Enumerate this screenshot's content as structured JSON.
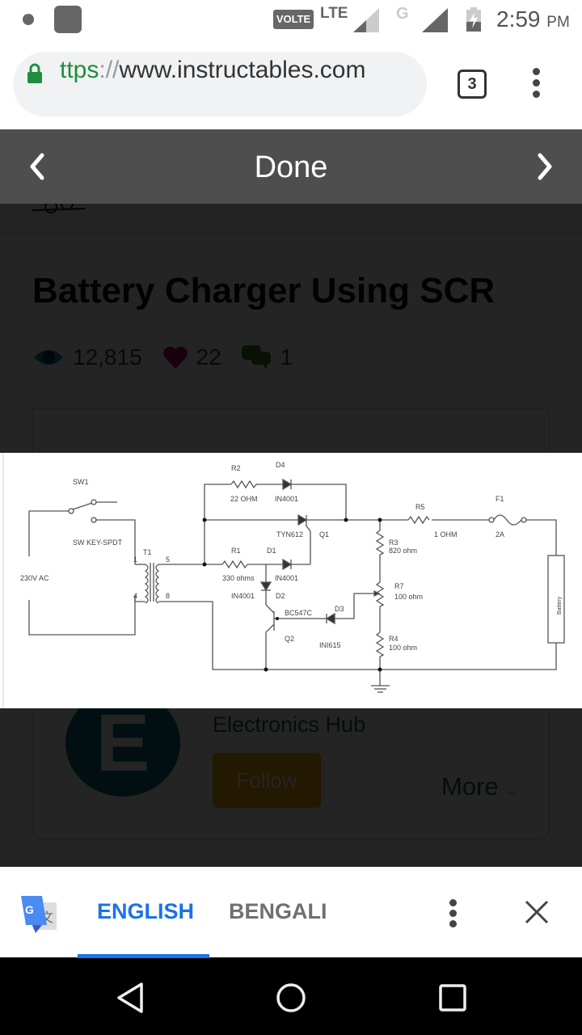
{
  "status_bar": {
    "volte_label": "VOLTE",
    "network_label": "LTE",
    "network2_label": "G",
    "time": "2:59",
    "ampm": "PM"
  },
  "browser": {
    "url_scheme": "ttps",
    "url_sep": "://",
    "url_host": "www.instructables.com",
    "tab_count": "3"
  },
  "lightbox": {
    "done_label": "Done",
    "prev_icon": "chevron-left-icon",
    "next_icon": "chevron-right-icon"
  },
  "page": {
    "logo_text": "circuits",
    "title": "Battery Charger Using SCR",
    "stats": {
      "views": "12,815",
      "favorites": "22",
      "comments": "1"
    },
    "author": {
      "avatar_letter": "E",
      "name": "Electronics Hub",
      "follow_label": "Follow",
      "more_label": "More"
    }
  },
  "schematic": {
    "labels": {
      "sw1": "SW1",
      "sw_type": "SW KEY-SPDT",
      "ac_source": "230V AC",
      "t1": "T1",
      "pin1": "1",
      "pin4": "4",
      "pin5": "5",
      "pin8": "8",
      "r2": "R2",
      "r2_val": "22 OHM",
      "d4": "D4",
      "d4_val": "IN4001",
      "scr": "TYN612",
      "q1": "Q1",
      "r1": "R1",
      "r1_val": "330 ohms",
      "d1": "D1",
      "d1_val": "IN4001",
      "d2": "D2",
      "d2_val": "IN4001",
      "transistor": "BC547C",
      "q2": "Q2",
      "d3": "D3",
      "d3_val": "INI615",
      "r5": "R5",
      "r5_val": "1 OHM",
      "f1": "F1",
      "f1_val": "2A",
      "r3": "R3",
      "r3_val": "820 ohm",
      "r7": "R7",
      "r7_val": "100 ohm",
      "r4": "R4",
      "r4_val": "100 ohm",
      "battery": "Battery"
    }
  },
  "translate_bar": {
    "source_lang": "ENGLISH",
    "target_lang": "BENGALI"
  },
  "colors": {
    "accent_blue": "#1a73e8",
    "secure_green": "#1e8e3e",
    "follow_orange": "#f5a800",
    "lightbox_bar": "#505050"
  }
}
